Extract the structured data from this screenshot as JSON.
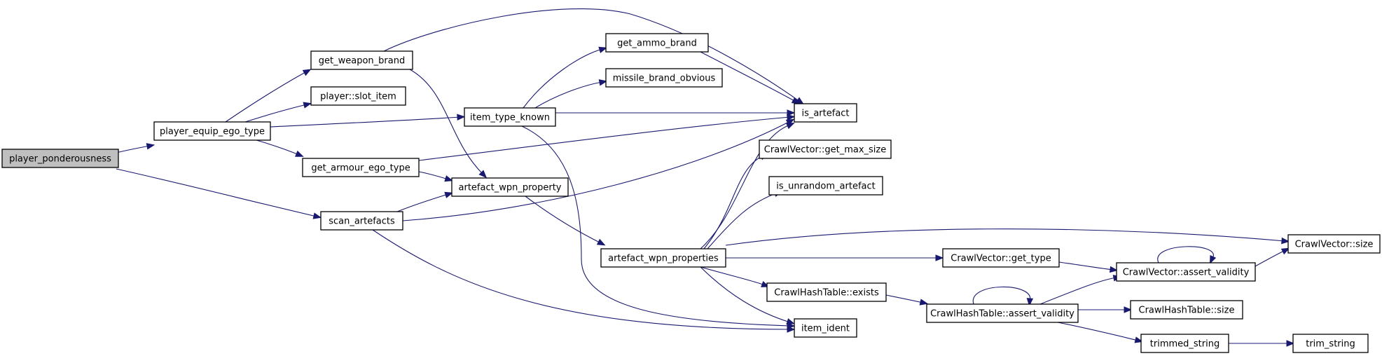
{
  "nodes": [
    {
      "id": "player_ponderousness",
      "label": "player_ponderousness"
    },
    {
      "id": "player_equip_ego_type",
      "label": "player_equip_ego_type"
    },
    {
      "id": "get_weapon_brand",
      "label": "get_weapon_brand"
    },
    {
      "id": "player_slot_item",
      "label": "player::slot_item"
    },
    {
      "id": "get_armour_ego_type",
      "label": "get_armour_ego_type"
    },
    {
      "id": "scan_artefacts",
      "label": "scan_artefacts"
    },
    {
      "id": "item_type_known",
      "label": "item_type_known"
    },
    {
      "id": "artefact_wpn_property",
      "label": "artefact_wpn_property"
    },
    {
      "id": "get_ammo_brand",
      "label": "get_ammo_brand"
    },
    {
      "id": "missile_brand_obvious",
      "label": "missile_brand_obvious"
    },
    {
      "id": "artefact_wpn_properties",
      "label": "artefact_wpn_properties"
    },
    {
      "id": "is_artefact",
      "label": "is_artefact"
    },
    {
      "id": "crawlvector_get_max_size",
      "label": "CrawlVector::get_max_size"
    },
    {
      "id": "is_unrandom_artefact",
      "label": "is_unrandom_artefact"
    },
    {
      "id": "crawlhashtable_exists",
      "label": "CrawlHashTable::exists"
    },
    {
      "id": "item_ident",
      "label": "item_ident"
    },
    {
      "id": "crawlvector_get_type",
      "label": "CrawlVector::get_type"
    },
    {
      "id": "crawlhashtable_assert_validity",
      "label": "CrawlHashTable::assert_validity"
    },
    {
      "id": "crawlvector_assert_validity",
      "label": "CrawlVector::assert_validity"
    },
    {
      "id": "crawlhashtable_size",
      "label": "CrawlHashTable::size"
    },
    {
      "id": "trimmed_string",
      "label": "trimmed_string"
    },
    {
      "id": "crawlvector_size",
      "label": "CrawlVector::size"
    },
    {
      "id": "trim_string",
      "label": "trim_string"
    }
  ],
  "edges": [
    {
      "from": "player_ponderousness",
      "to": "player_equip_ego_type"
    },
    {
      "from": "player_ponderousness",
      "to": "scan_artefacts"
    },
    {
      "from": "player_equip_ego_type",
      "to": "get_weapon_brand"
    },
    {
      "from": "player_equip_ego_type",
      "to": "player_slot_item"
    },
    {
      "from": "player_equip_ego_type",
      "to": "item_type_known"
    },
    {
      "from": "player_equip_ego_type",
      "to": "get_armour_ego_type"
    },
    {
      "from": "get_weapon_brand",
      "to": "is_artefact"
    },
    {
      "from": "get_weapon_brand",
      "to": "artefact_wpn_property"
    },
    {
      "from": "get_armour_ego_type",
      "to": "is_artefact"
    },
    {
      "from": "get_armour_ego_type",
      "to": "artefact_wpn_property"
    },
    {
      "from": "scan_artefacts",
      "to": "artefact_wpn_property"
    },
    {
      "from": "scan_artefacts",
      "to": "is_artefact"
    },
    {
      "from": "scan_artefacts",
      "to": "item_ident"
    },
    {
      "from": "item_type_known",
      "to": "get_ammo_brand"
    },
    {
      "from": "item_type_known",
      "to": "missile_brand_obvious"
    },
    {
      "from": "item_type_known",
      "to": "is_artefact"
    },
    {
      "from": "item_type_known",
      "to": "item_ident"
    },
    {
      "from": "get_ammo_brand",
      "to": "is_artefact"
    },
    {
      "from": "artefact_wpn_property",
      "to": "artefact_wpn_properties"
    },
    {
      "from": "artefact_wpn_properties",
      "to": "is_artefact"
    },
    {
      "from": "artefact_wpn_properties",
      "to": "crawlvector_get_max_size"
    },
    {
      "from": "artefact_wpn_properties",
      "to": "is_unrandom_artefact"
    },
    {
      "from": "artefact_wpn_properties",
      "to": "crawlvector_size"
    },
    {
      "from": "artefact_wpn_properties",
      "to": "crawlvector_get_type"
    },
    {
      "from": "artefact_wpn_properties",
      "to": "crawlhashtable_exists"
    },
    {
      "from": "artefact_wpn_properties",
      "to": "item_ident"
    },
    {
      "from": "crawlhashtable_exists",
      "to": "crawlhashtable_assert_validity"
    },
    {
      "from": "crawlvector_get_type",
      "to": "crawlvector_assert_validity"
    },
    {
      "from": "crawlvector_assert_validity",
      "to": "crawlvector_assert_validity"
    },
    {
      "from": "crawlvector_assert_validity",
      "to": "crawlvector_size"
    },
    {
      "from": "crawlhashtable_assert_validity",
      "to": "crawlhashtable_assert_validity"
    },
    {
      "from": "crawlhashtable_assert_validity",
      "to": "crawlvector_assert_validity"
    },
    {
      "from": "crawlhashtable_assert_validity",
      "to": "crawlhashtable_size"
    },
    {
      "from": "crawlhashtable_assert_validity",
      "to": "trimmed_string"
    },
    {
      "from": "trimmed_string",
      "to": "trim_string"
    }
  ],
  "colors": {
    "edge": "#191970",
    "node_border": "#000000",
    "root_fill": "#bfbfbf",
    "node_fill": "#ffffff"
  }
}
